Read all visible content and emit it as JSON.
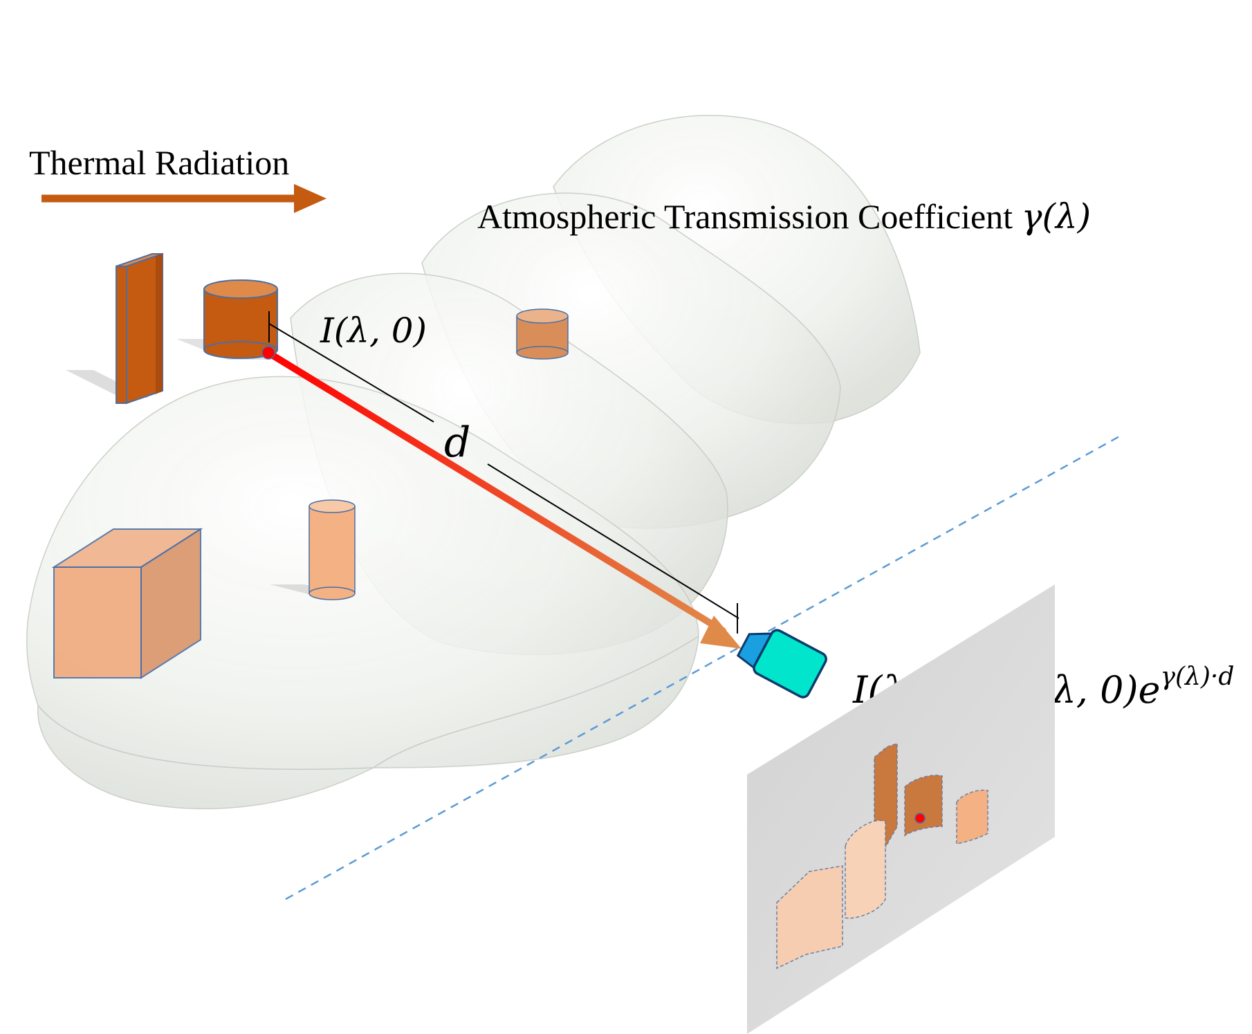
{
  "thermal_radiation": {
    "label": "Thermal Radiation"
  },
  "atmosphere": {
    "label_text": "Atmospheric Transmission Coefficient ",
    "label_symbol": "γ(λ)"
  },
  "source_intensity": {
    "label": "I(λ, 0)"
  },
  "distance": {
    "label": "d"
  },
  "equation": {
    "lhs": "I(λ, d) = I(λ, 0)e",
    "exponent": "γ(λ)·d"
  },
  "colors": {
    "arrow": "#c55a11",
    "object_dark": "#c55a11",
    "object_light": "#f4b183",
    "beam_start": "#ff0000",
    "camera_body": "#00e5cc",
    "camera_lens": "#1a9fe0",
    "image_plane": "#d9d9d9",
    "dashed_line": "#5b9bd5"
  }
}
